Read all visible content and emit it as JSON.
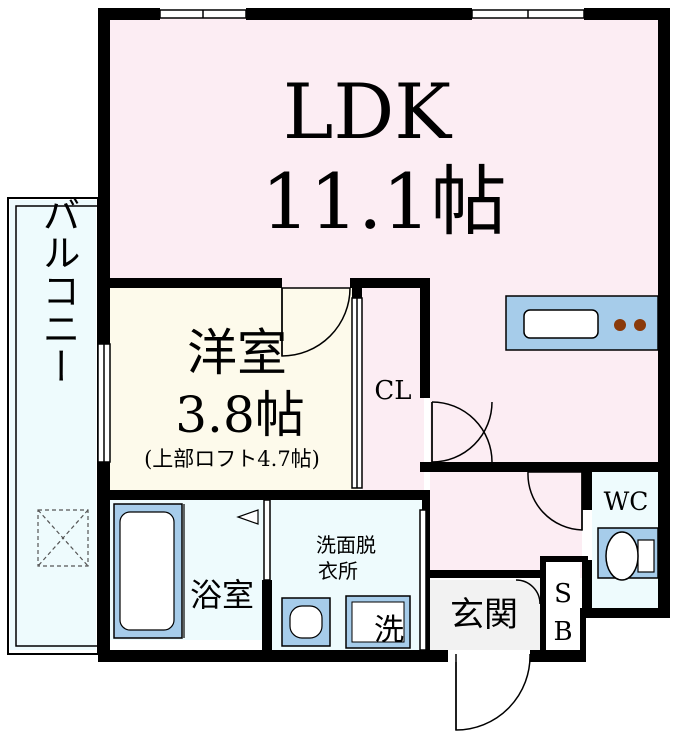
{
  "rooms": {
    "ldk": {
      "name": "LDK",
      "size": "11.1帖"
    },
    "western": {
      "name": "洋室",
      "size": "3.8帖",
      "note": "(上部ロフト4.7帖)"
    },
    "closet": {
      "name": "CL"
    },
    "balcony": {
      "name": "バルコニー"
    },
    "bath": {
      "name": "浴室"
    },
    "dressing": {
      "line1": "洗面脱",
      "line2": "衣所"
    },
    "washer": {
      "name": "洗"
    },
    "entrance": {
      "name": "玄関"
    },
    "wc": {
      "name": "WC"
    },
    "shoebox": {
      "line1": "S",
      "line2": "B"
    }
  },
  "colors": {
    "ldk_fill": "#fcedf3",
    "western_fill": "#fdfaeb",
    "closet_fill": "#fcedf3",
    "wet_fill": "#eefbfd",
    "fixture_fill": "#a6ccea",
    "hob_dot": "#8a3a0a",
    "wall": "#000000"
  }
}
